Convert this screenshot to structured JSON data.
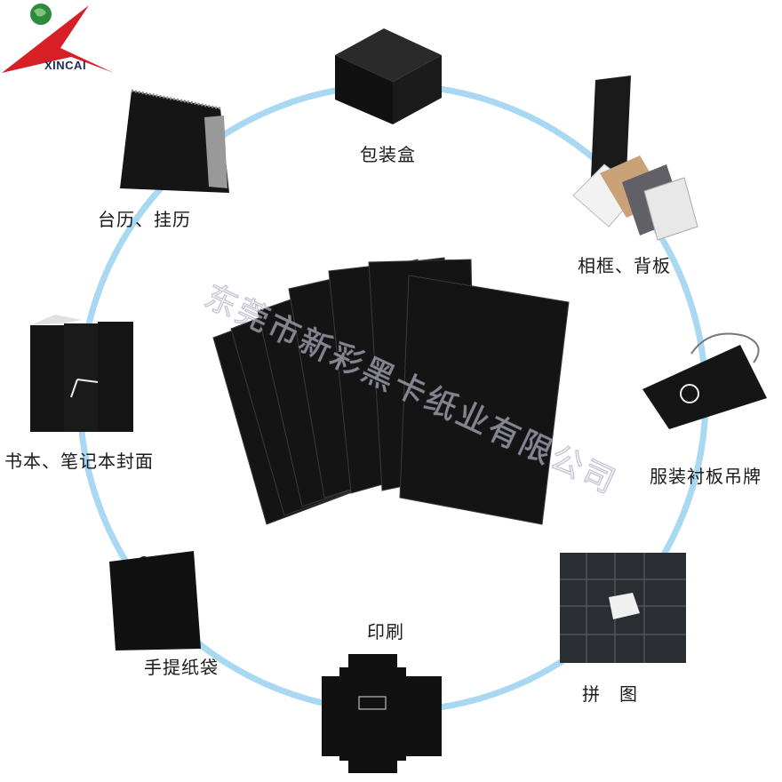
{
  "brand": {
    "name": "XINCAI"
  },
  "watermark": "东莞市新彩黑卡纸业有限公司",
  "colors": {
    "ring": "#a9d8f2",
    "logo_red": "#d71f26",
    "logo_blue": "#1d2a5c",
    "black_card": "#141414"
  },
  "applications": [
    {
      "label": "包装盒",
      "icon": "gift-box"
    },
    {
      "label": "相框、背板",
      "icon": "photo-frame"
    },
    {
      "label": "服装衬板吊牌",
      "icon": "hang-tag"
    },
    {
      "label": "拼　图",
      "icon": "jigsaw-puzzle"
    },
    {
      "label": "印刷",
      "icon": "printed-box"
    },
    {
      "label": "手提纸袋",
      "icon": "paper-bag"
    },
    {
      "label": "书本、笔记本封面",
      "icon": "book-covers"
    },
    {
      "label": "台历、挂历",
      "icon": "desk-calendar"
    }
  ]
}
